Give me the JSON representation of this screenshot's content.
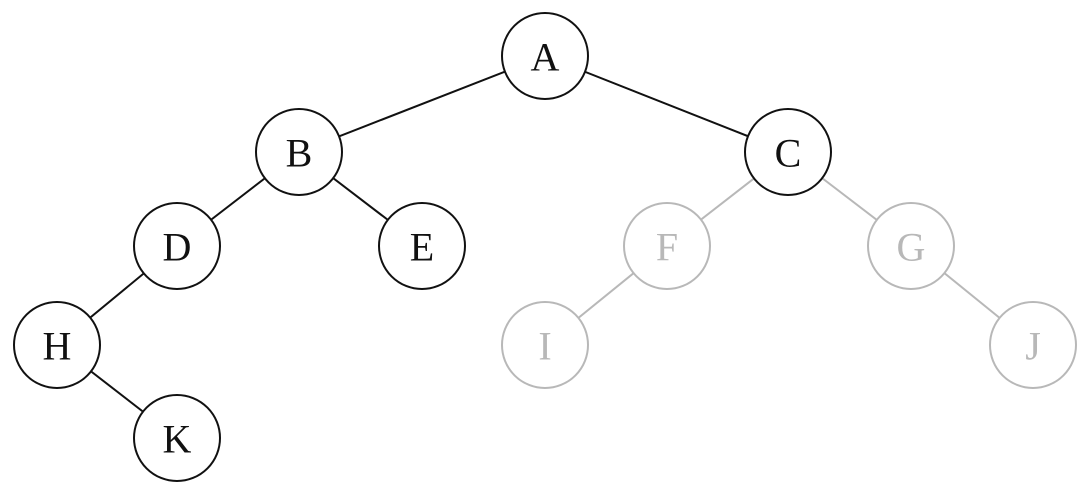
{
  "colors": {
    "active": "#111111",
    "inactive": "#b8b8b8",
    "background": "#ffffff"
  },
  "nodes": [
    {
      "id": "A",
      "label": "A",
      "state": "active"
    },
    {
      "id": "B",
      "label": "B",
      "state": "active"
    },
    {
      "id": "C",
      "label": "C",
      "state": "active"
    },
    {
      "id": "D",
      "label": "D",
      "state": "active"
    },
    {
      "id": "E",
      "label": "E",
      "state": "active"
    },
    {
      "id": "F",
      "label": "F",
      "state": "inactive"
    },
    {
      "id": "G",
      "label": "G",
      "state": "inactive"
    },
    {
      "id": "H",
      "label": "H",
      "state": "active"
    },
    {
      "id": "I",
      "label": "I",
      "state": "inactive"
    },
    {
      "id": "J",
      "label": "J",
      "state": "inactive"
    },
    {
      "id": "K",
      "label": "K",
      "state": "active"
    }
  ],
  "edges": [
    {
      "from": "A",
      "to": "B",
      "state": "active"
    },
    {
      "from": "A",
      "to": "C",
      "state": "active"
    },
    {
      "from": "B",
      "to": "D",
      "state": "active"
    },
    {
      "from": "B",
      "to": "E",
      "state": "active"
    },
    {
      "from": "C",
      "to": "F",
      "state": "inactive"
    },
    {
      "from": "C",
      "to": "G",
      "state": "inactive"
    },
    {
      "from": "D",
      "to": "H",
      "state": "active"
    },
    {
      "from": "H",
      "to": "K",
      "state": "active"
    },
    {
      "from": "F",
      "to": "I",
      "state": "inactive"
    },
    {
      "from": "G",
      "to": "J",
      "state": "inactive"
    }
  ]
}
